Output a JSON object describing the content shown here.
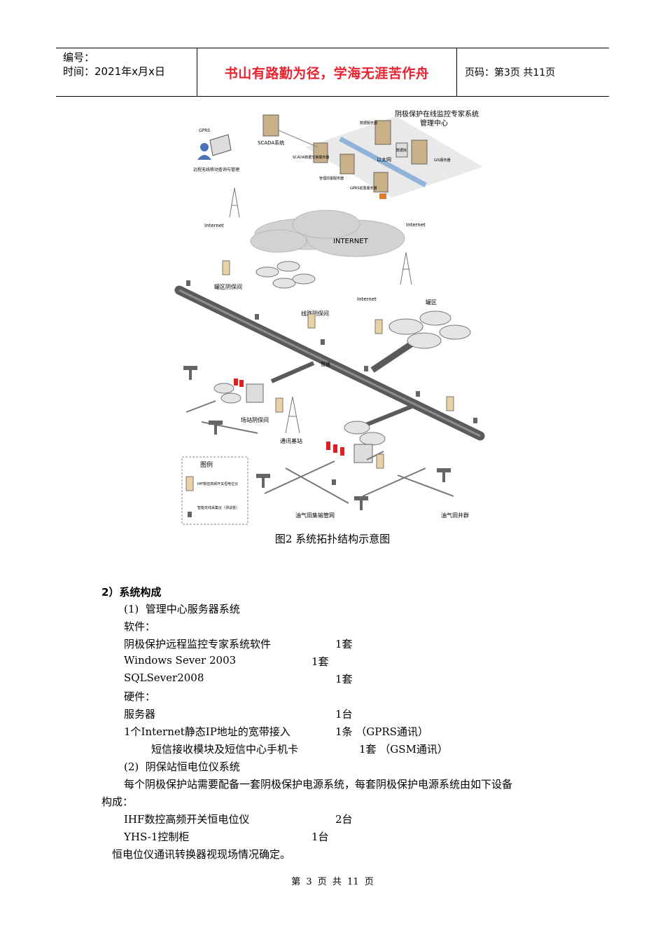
{
  "header": {
    "number_label": "编号：",
    "date_label": "时间：2021年x月x日",
    "motto": "书山有路勤为径，学海无涯苦作舟",
    "page_label": "页码：第3页  共11页"
  },
  "figure": {
    "center_title_1": "阴极保护在线监控专家系统",
    "center_title_2": "管理中心",
    "data_server": "数据服务器",
    "database": "数据库",
    "gis_server": "GIS服务器",
    "lan": "以太网",
    "scada": "SCADA系统",
    "scada_exchange": "SCADA数据交换服务器",
    "mgmt_server": "管理前置服务器",
    "gprs_server": "GPRS前置服务器",
    "remote": "远程无线移动查询与管理",
    "gprs": "GPRS",
    "internet_left": "Internet",
    "internet_right": "Internet",
    "internet_bottom": "Internet",
    "internet_cloud": "INTERNET",
    "tank_area_station": "罐区阴保间",
    "line_station": "线路阴保间",
    "tank_area": "罐区",
    "pipeline": "管道",
    "field_station": "场站阴保间",
    "comm_base": "通讯基站",
    "legend_title": "图例",
    "legend_item1": "IHF数控高频开关恒电位仪",
    "legend_item2": "智能无线采集仪（测试桩）",
    "gathering_network": "油气田集输管网",
    "well_group": "油气田井群"
  },
  "caption": "图2  系统拓扑结构示意图",
  "body": {
    "section_title": "2）系统构成",
    "sub1": "(1)  管理中心服务器系统",
    "software_label": "软件：",
    "items_sw": [
      {
        "name": "阴极保护远程监控专家系统软件",
        "qty": "1套"
      },
      {
        "name": "Windows Sever 2003",
        "qty": "1套"
      },
      {
        "name": "SQLSever2008",
        "qty": "1套"
      }
    ],
    "hardware_label": "硬件：",
    "items_hw": [
      {
        "name": "服务器",
        "qty": "1台"
      },
      {
        "name": "1个Internet静态IP地址的宽带接入",
        "qty": "1条 （GPRS通讯）"
      },
      {
        "name": "短信接收模块及短信中心手机卡",
        "qty": "1套 （GSM通讯）"
      }
    ],
    "sub2": "(2)  阴保站恒电位仪系统",
    "para_line1": "每个阴极保护站需要配备一套阴极保护电源系统，每套阴极保护电源系统由如下设备",
    "para_line2": "构成：",
    "items_station": [
      {
        "name": "IHF数控高频开关恒电位仪",
        "qty": "2台"
      },
      {
        "name": "YHS-1控制柜",
        "qty": "1台"
      }
    ],
    "closing": "恒电位仪通讯转换器视现场情况确定。"
  },
  "footer": "第 3 页 共 11 页",
  "colors": {
    "motto": "#e8222e",
    "pipe": "#5a5a5a",
    "lan": "#8fb3d9"
  }
}
